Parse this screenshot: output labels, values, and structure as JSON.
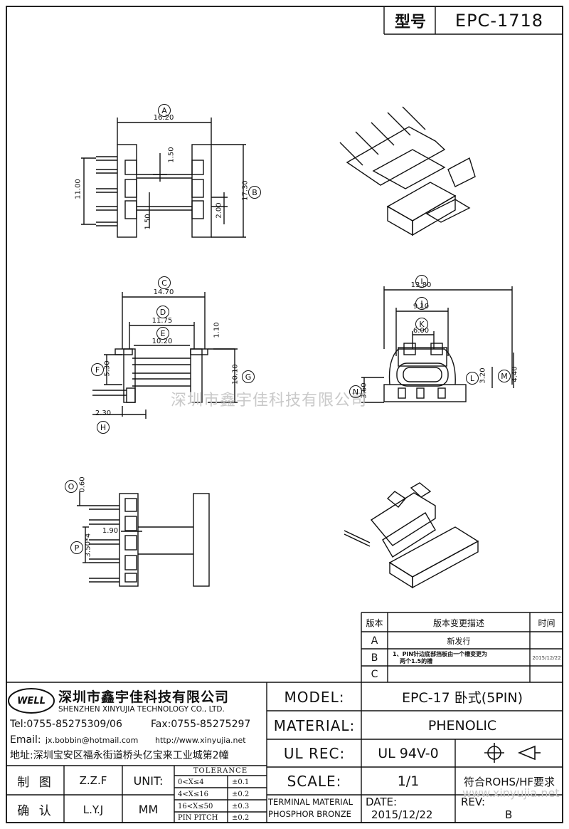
{
  "header": {
    "model_label": "型号",
    "model_value": "EPC-1718"
  },
  "dims_top": {
    "A": "A",
    "v1620": "16.20",
    "v150a": "1.50",
    "v1100": "11.00",
    "v1730": "17.30",
    "B": "B",
    "v200": "2.00",
    "v150b": "1.50"
  },
  "dims_mid": {
    "C": "C",
    "v1470": "14.70",
    "D": "D",
    "v1175": "11.75",
    "E": "E",
    "v1020": "10.20",
    "v110": "1.10",
    "F": "F",
    "v530": "5.30",
    "v1010": "10.10",
    "G": "G",
    "v230": "2.30",
    "H": "H"
  },
  "dims_right": {
    "I": "I",
    "v1380": "13.80",
    "J": "J",
    "v910": "9.10",
    "K": "K",
    "v600": "6.00",
    "N": "N",
    "v360": "3.60",
    "L": "L",
    "v320": "3.20",
    "M": "M",
    "v440": "4.40"
  },
  "dims_bottom": {
    "O": "O",
    "v060": "0.60",
    "v190": "1.90",
    "P": "P",
    "v350x4": "3.50*4"
  },
  "watermark": {
    "center": "深圳市鑫宇佳科技有限公司",
    "url": "www.xinyujia.net"
  },
  "revision_table": {
    "headers": [
      "版本",
      "版本变更描述",
      "时间"
    ],
    "rows": [
      {
        "rev": "A",
        "desc": "新发行",
        "date": ""
      },
      {
        "rev": "B",
        "desc": "1、PIN针边底部挡板由一个槽变更为两个1.5的槽",
        "desc_line1": "1、PIN针边底部挡板由一个槽变更为",
        "desc_line2": "两个1.5的槽",
        "date": "2015/12/22"
      },
      {
        "rev": "C",
        "desc": "",
        "date": ""
      }
    ]
  },
  "company": {
    "logo": "WELL",
    "name_cn": "深圳市鑫宇佳科技有限公司",
    "name_en": "SHENZHEN XINYUJIA TECHNOLOGY CO., LTD.",
    "tel": "Tel:0755-85275309/06",
    "fax": "Fax:0755-85275297",
    "email_label": "Email:",
    "email": "jx.bobbin@hotmail.com",
    "web": "http://www.xinyujia.net",
    "address": "地址:深圳宝安区福永街道桥头亿宝来工业城第2幢"
  },
  "title_block": {
    "drawn_label": "制 图",
    "drawn_by": "Z.Z.F",
    "check_label": "确 认",
    "check_by": "L.Y.J",
    "unit_label": "UNIT:",
    "unit_value": "MM",
    "tolerance_title": "TOLERANCE",
    "tolerances": [
      {
        "range": "0<X≤4",
        "value": "±0.1"
      },
      {
        "range": "4<X≤16",
        "value": "±0.2"
      },
      {
        "range": "16<X≤50",
        "value": "±0.3"
      },
      {
        "range": "PIN PITCH",
        "value": "±0.2"
      }
    ],
    "model_label": "MODEL:",
    "model_value": "EPC-17 卧式(5PIN)",
    "material_label": "MATERIAL:",
    "material_value": "PHENOLIC",
    "ulrec_label": "UL REC:",
    "ulrec_value": "UL 94V-0",
    "scale_label": "SCALE:",
    "scale_value": "1/1",
    "rohs": "符合ROHS/HF要求",
    "terminal_label": "TERMINAL MATERIAL",
    "terminal_value": "PHOSPHOR BRONZE",
    "date_label": "DATE:",
    "date_value": "2015/12/22",
    "rev_label": "REV:",
    "rev_value": "B"
  },
  "colors": {
    "line": "#111111",
    "watermark": "#c8c8c8"
  }
}
